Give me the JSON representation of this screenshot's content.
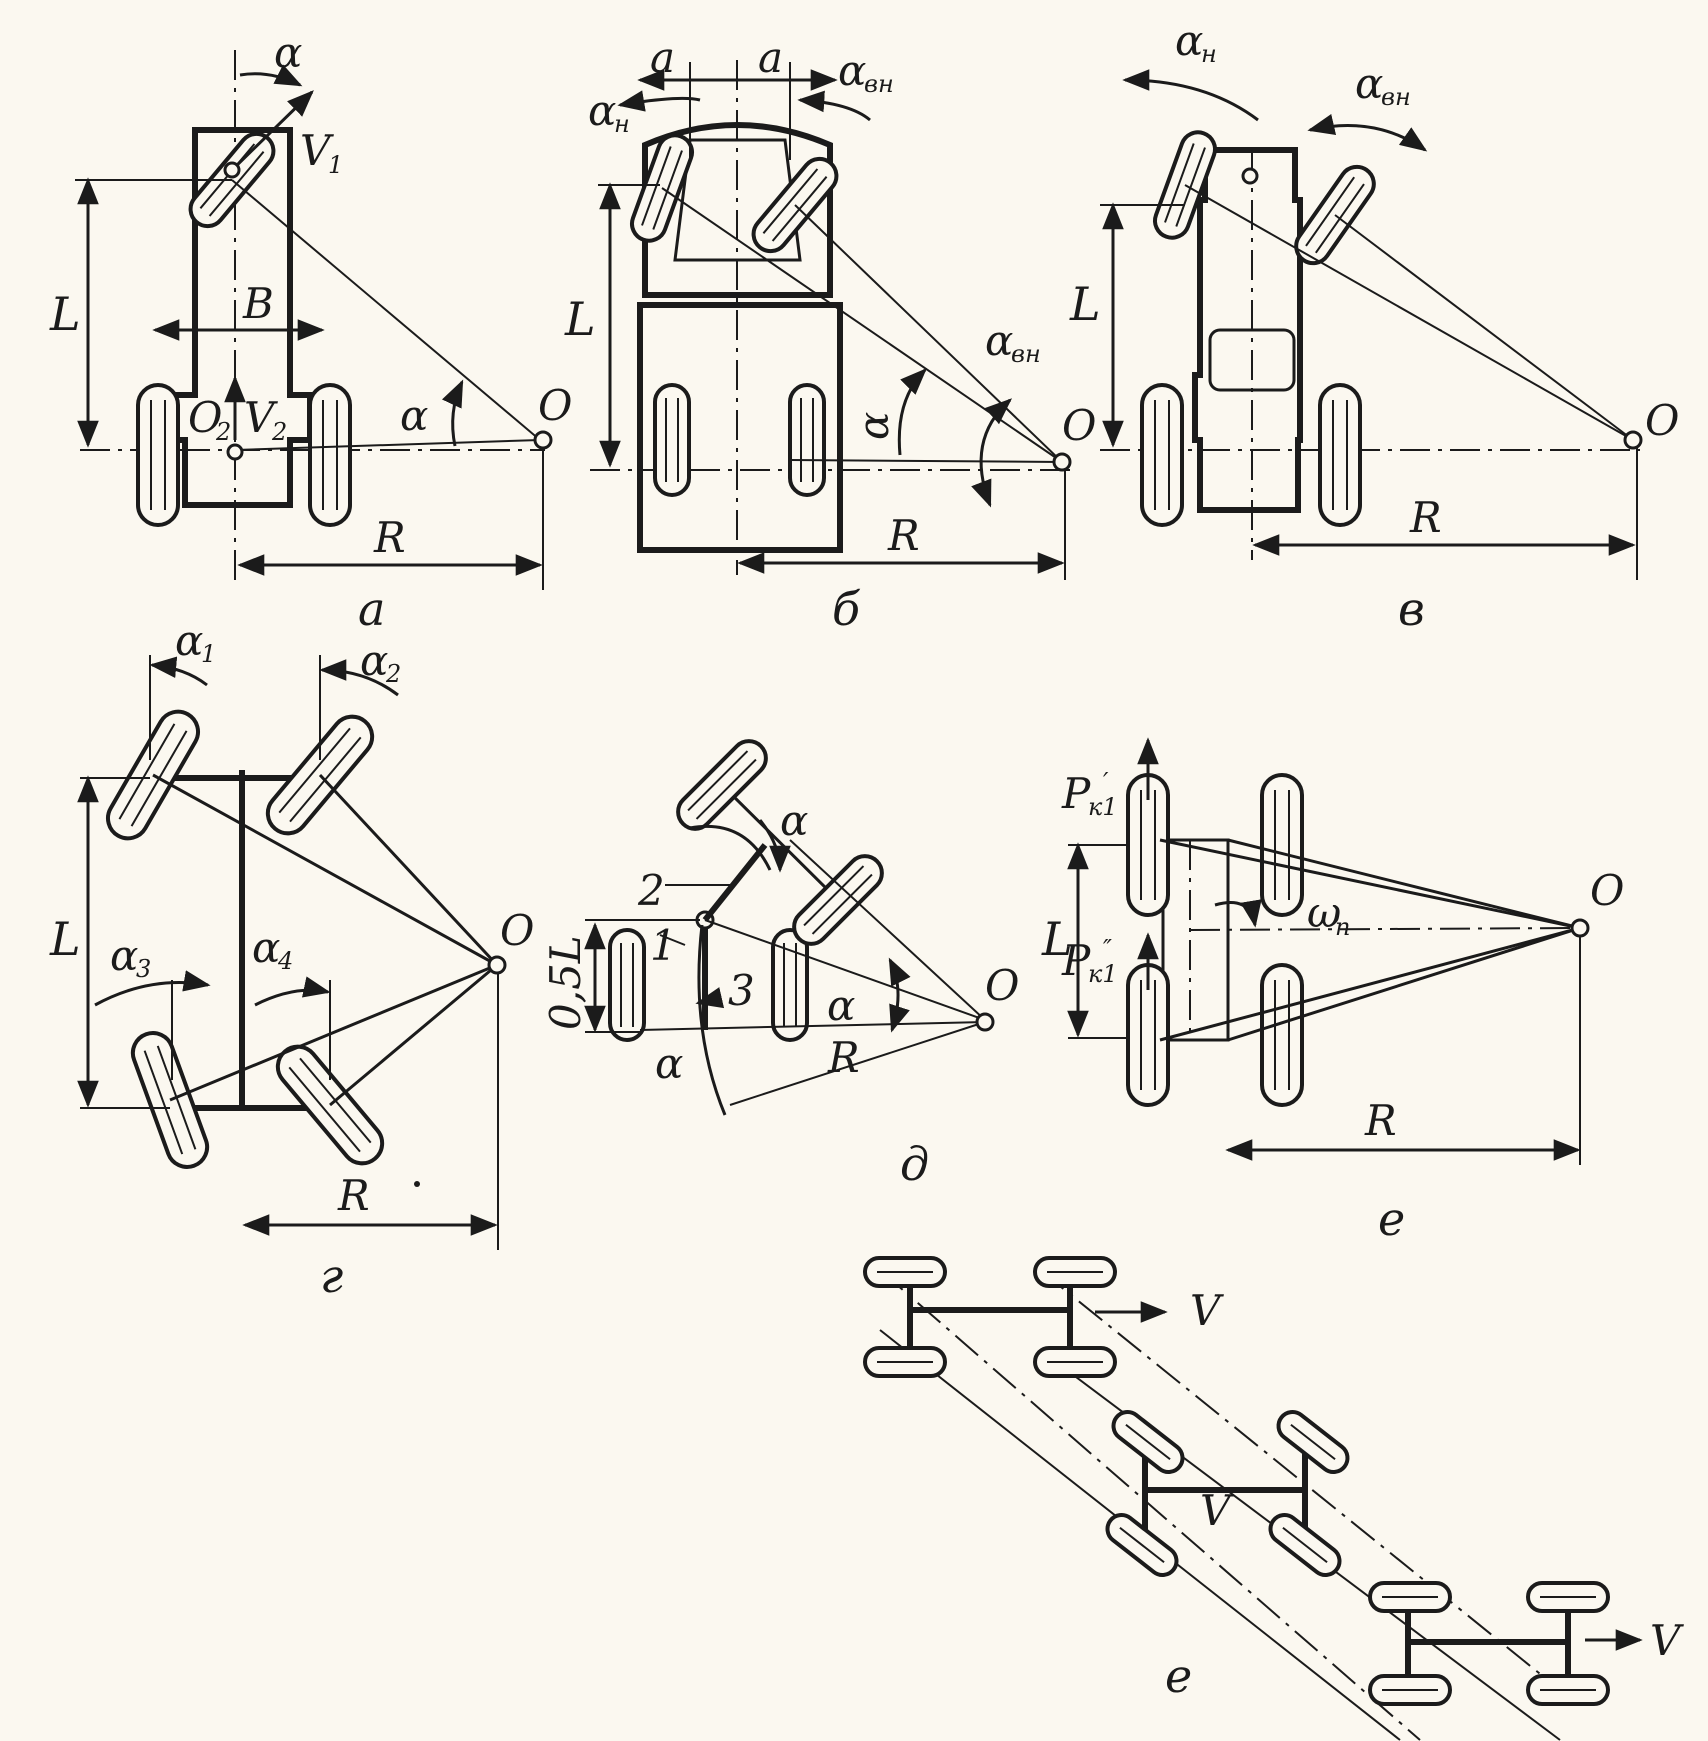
{
  "figure": {
    "panels": [
      {
        "id": "a",
        "caption": "а",
        "labels": {
          "alpha": "α",
          "v1": "V",
          "v1_sub": "1",
          "v2": "V",
          "v2_sub": "2",
          "o2": "O",
          "o2_sub": "2",
          "base": "B",
          "L": "L",
          "R": "R",
          "O": "O"
        }
      },
      {
        "id": "b",
        "caption": "б",
        "labels": {
          "a_left": "a",
          "a_right": "a",
          "alpha_n": "α",
          "alpha_n_sub": "н",
          "alpha_vn": "α",
          "alpha_vn_sub": "вн",
          "L": "L",
          "R": "R",
          "O": "O"
        }
      },
      {
        "id": "v",
        "caption": "в",
        "labels": {
          "alpha_n": "α",
          "alpha_n_sub": "н",
          "alpha_vn": "α",
          "alpha_vn_sub": "вн",
          "L": "L",
          "R": "R",
          "O": "O"
        }
      },
      {
        "id": "g",
        "caption": "г",
        "labels": {
          "a1": "α",
          "a1_sub": "1",
          "a2": "α",
          "a2_sub": "2",
          "a3": "α",
          "a3_sub": "3",
          "a4": "α",
          "a4_sub": "4",
          "L": "L",
          "R": "R",
          "O": "O"
        }
      },
      {
        "id": "d",
        "caption": "д",
        "labels": {
          "alpha": "α",
          "n1": "1",
          "n2": "2",
          "n3": "3",
          "half_L": "0,5L",
          "R": "R",
          "O": "O"
        }
      },
      {
        "id": "e",
        "caption": "е",
        "labels": {
          "pk1": "P",
          "pk1_sub": "к1",
          "pk1_prime": "′",
          "pk2": "P",
          "pk2_sub": "к1",
          "pk2_prime": "″",
          "omega": "ω",
          "omega_sub": "п",
          "L": "L",
          "R": "R",
          "O": "O"
        }
      },
      {
        "id": "e2",
        "caption": "е",
        "labels": {
          "v_top": "V",
          "v_mid": "V",
          "v_bottom": "V"
        }
      }
    ]
  }
}
